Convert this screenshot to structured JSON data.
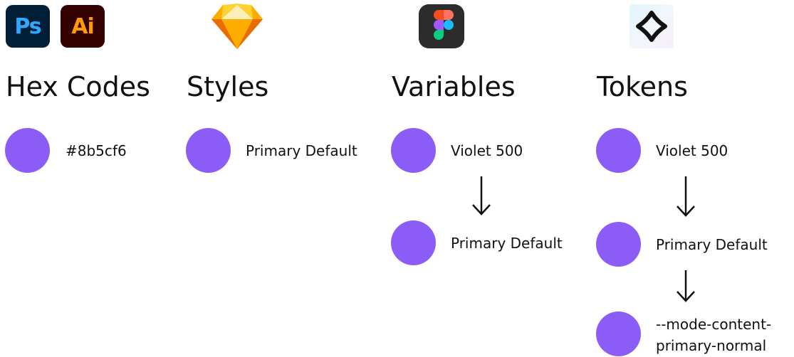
{
  "colors": {
    "swatch": "#8b5cf6",
    "text": "#111111"
  },
  "icons": {
    "photoshop": {
      "name": "photoshop-icon",
      "text": "Ps"
    },
    "illustrator": {
      "name": "illustrator-icon",
      "text": "Ai"
    },
    "sketch": {
      "name": "sketch-icon"
    },
    "figma": {
      "name": "figma-icon"
    },
    "tokens_studio": {
      "name": "tokens-studio-icon"
    }
  },
  "columns": {
    "hex": {
      "heading": "Hex Codes",
      "value": "#8b5cf6"
    },
    "styles": {
      "heading": "Styles",
      "value": "Primary Default"
    },
    "variables": {
      "heading": "Variables",
      "primitive": "Violet 500",
      "alias": "Primary Default"
    },
    "tokens": {
      "heading": "Tokens",
      "primitive": "Violet 500",
      "alias": "Primary Default",
      "component_line1": "--mode-content-",
      "component_line2": "primary-normal"
    }
  }
}
